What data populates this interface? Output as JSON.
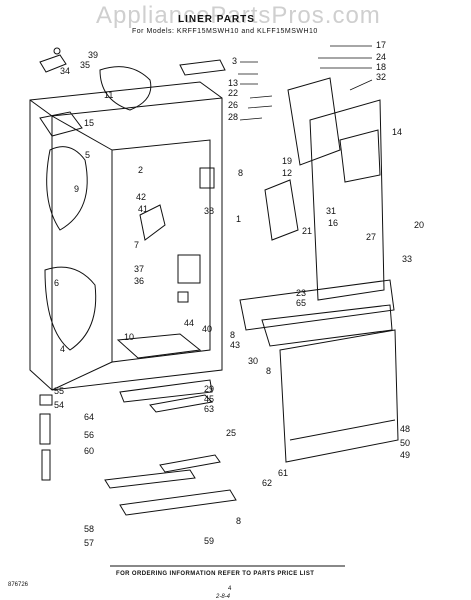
{
  "watermark": "AppliancePartsPros.com",
  "title": "LINER PARTS",
  "models": "For Models: KRFF15MSWH10 and KLFF15MSWH10",
  "footer_note": "FOR ORDERING INFORMATION REFER TO PARTS PRICE LIST",
  "diagram_code": "876726",
  "page_mark": "4",
  "page_mark_b": "2-8-4",
  "callouts": [
    "17",
    "24",
    "18",
    "32",
    "39",
    "35",
    "34",
    "3",
    "13",
    "22",
    "26",
    "28",
    "11",
    "15",
    "5",
    "9",
    "14",
    "2",
    "42",
    "41",
    "38",
    "8",
    "19",
    "12",
    "21",
    "31",
    "16",
    "27",
    "20",
    "7",
    "37",
    "36",
    "6",
    "4",
    "10",
    "44",
    "40",
    "23",
    "65",
    "33",
    "8",
    "43",
    "30",
    "8",
    "29",
    "45",
    "63",
    "55",
    "54",
    "64",
    "56",
    "60",
    "25",
    "48",
    "50",
    "49",
    "61",
    "62",
    "8",
    "58",
    "57",
    "59",
    "1"
  ]
}
